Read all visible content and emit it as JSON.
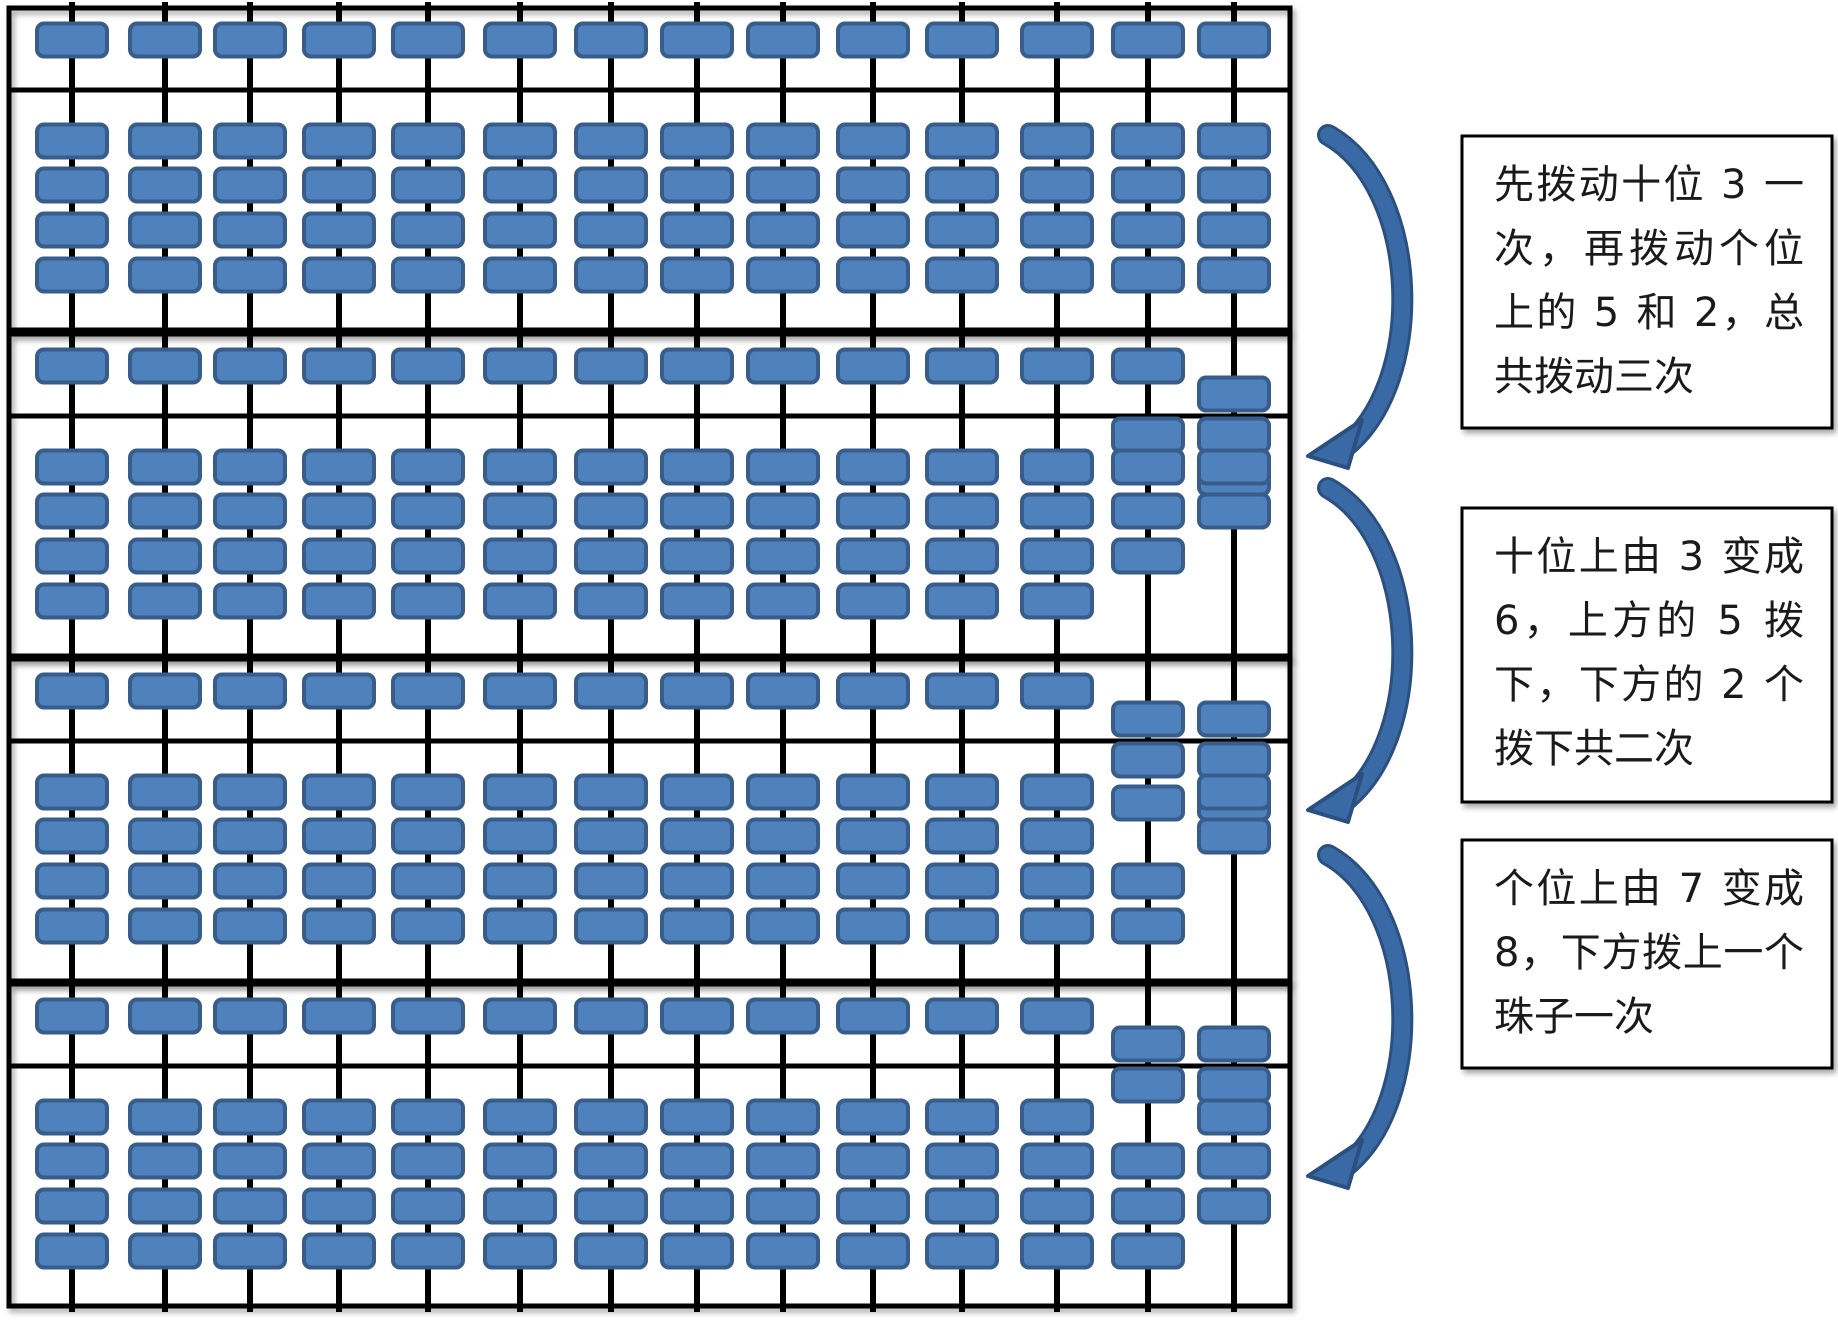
{
  "colors": {
    "bead_fill": "#4f81bd",
    "bead_stroke": "#385d8a",
    "rod": "#000000",
    "frame": "#000000",
    "arrow": "#3a6aa5",
    "arrow_edge": "#2b4f7e",
    "note_border": "#000000",
    "background": "#ffffff"
  },
  "diagram": {
    "rod_count": 14,
    "frames": [
      {
        "rods": [
          {
            "upper": [
              true
            ],
            "lower": [
              true,
              true,
              true,
              true
            ]
          },
          {
            "upper": [
              true
            ],
            "lower": [
              true,
              true,
              true,
              true
            ]
          }
        ]
      },
      {
        "rods": [
          {
            "upper": [
              true
            ],
            "lower": [
              true,
              true,
              true,
              false
            ]
          },
          {
            "upper": [
              false
            ],
            "lower": [
              true,
              true,
              false,
              false
            ]
          }
        ]
      },
      {
        "rods": [
          {
            "upper": [
              false
            ],
            "lower": [
              false,
              false,
              true,
              true
            ]
          },
          {
            "upper": [
              false
            ],
            "lower": [
              true,
              true,
              false,
              false
            ]
          }
        ]
      },
      {
        "rods": [
          {
            "upper": [
              false
            ],
            "lower": [
              false,
              true,
              true,
              true
            ]
          },
          {
            "upper": [
              false
            ],
            "lower": [
              true,
              true,
              true,
              false
            ]
          }
        ]
      }
    ],
    "notes": [
      {
        "lines": [
          "先拨动十位 3 一",
          "次，再拨动个位",
          "上的 5 和 2，总",
          "共拨动三次"
        ]
      },
      {
        "lines": [
          "十位上由 3 变成",
          "6，上方的 5 拨",
          "下，下方的 2 个",
          "拨下共二次"
        ]
      },
      {
        "lines": [
          "个位上由 7 变成",
          "8，下方拨上一个",
          "珠子一次"
        ]
      }
    ]
  }
}
